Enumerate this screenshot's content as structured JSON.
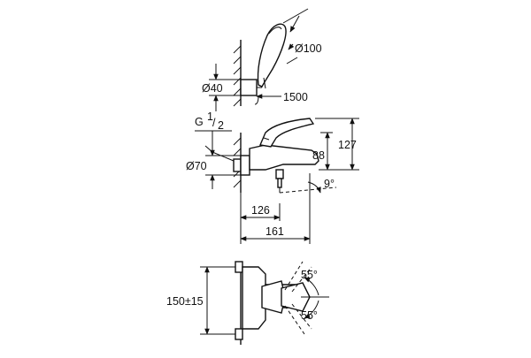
{
  "dimensions": {
    "hand_shower_diameter": "Ø100",
    "holder_diameter": "Ø40",
    "hose_length": "1500",
    "thread_label": "G",
    "thread_num": "1",
    "thread_den": "2",
    "escutcheon_diameter": "Ø70",
    "height_total": "127",
    "height_spout": "88",
    "spout_angle": "9°",
    "spout_reach": "126",
    "overall_depth": "161",
    "centers": "150±15",
    "lever_angle_up": "55°",
    "lever_angle_down": "55°"
  },
  "colors": {
    "line": "#111111",
    "background": "#ffffff"
  }
}
